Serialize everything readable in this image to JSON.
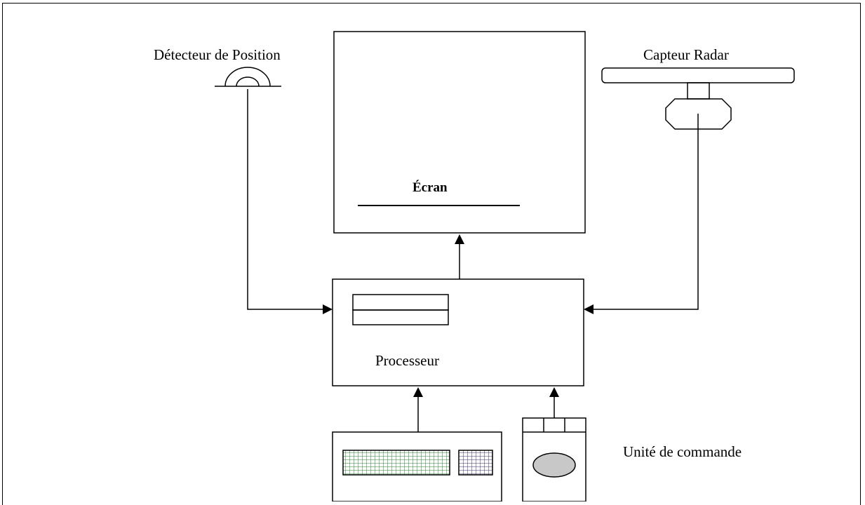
{
  "labels": {
    "position_detector": "Détecteur de Position",
    "radar_sensor": "Capteur Radar",
    "screen": "Écran",
    "processor": "Processeur",
    "control_unit": "Unité de commande"
  },
  "colors": {
    "stroke": "#000000",
    "keyboard_grid": "#2e7d32",
    "keypad_grid": "#4a3a7a",
    "trackball_fill": "#c8c8c8"
  },
  "icons": [
    "dome-sensor-icon",
    "radar-antenna-icon",
    "keyboard-icon",
    "trackball-icon"
  ]
}
